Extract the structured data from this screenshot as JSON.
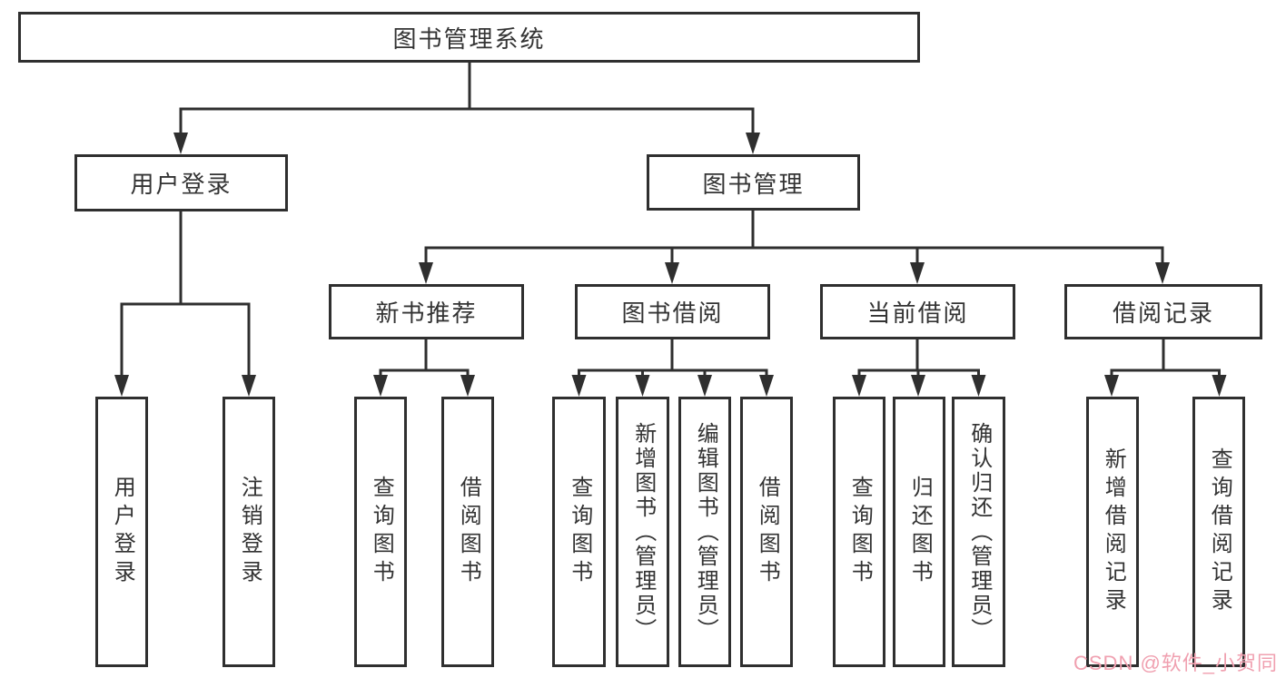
{
  "tree": {
    "root": {
      "label": "图书管理系统"
    },
    "branches": [
      {
        "label": "用户登录",
        "children": [
          {
            "label": "用户登录"
          },
          {
            "label": "注销登录"
          }
        ]
      },
      {
        "label": "图书管理",
        "sections": [
          {
            "label": "新书推荐",
            "children": [
              {
                "label": "查询图书"
              },
              {
                "label": "借阅图书"
              }
            ]
          },
          {
            "label": "图书借阅",
            "children": [
              {
                "label": "查询图书"
              },
              {
                "label": "新增图书（管理员）"
              },
              {
                "label": "编辑图书（管理员）"
              },
              {
                "label": "借阅图书"
              }
            ]
          },
          {
            "label": "当前借阅",
            "children": [
              {
                "label": "查询图书"
              },
              {
                "label": "归还图书"
              },
              {
                "label": "确认归还（管理员）"
              }
            ]
          },
          {
            "label": "借阅记录",
            "children": [
              {
                "label": "新增借阅记录"
              },
              {
                "label": "查询借阅记录"
              }
            ]
          }
        ]
      }
    ]
  },
  "colors": {
    "line": "#2f2f2f",
    "text": "#333333",
    "watermark": "#f0a0b0",
    "background": "#ffffff"
  },
  "watermark": {
    "text": "CSDN @软件_小贺同学"
  }
}
